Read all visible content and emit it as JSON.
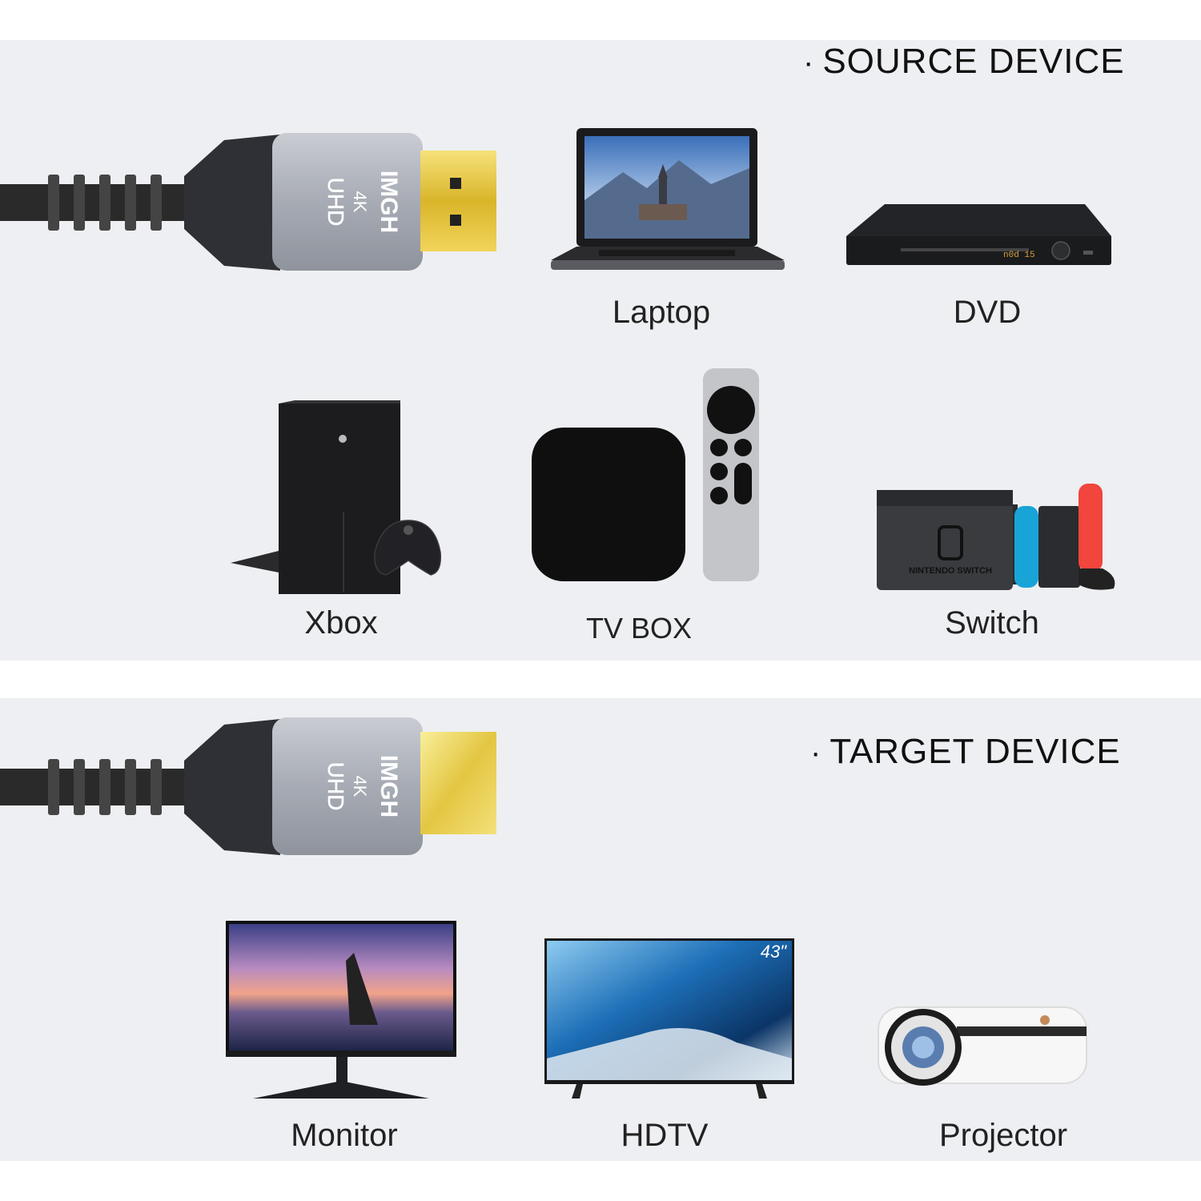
{
  "source": {
    "heading": "SOURCE DEVICE",
    "bullet": "·",
    "cable": {
      "brand": "IMGH",
      "badge": "4K",
      "tag": "UHD"
    },
    "devices": [
      {
        "label": "Laptop"
      },
      {
        "label": "DVD",
        "display": "n0d 15"
      },
      {
        "label": "Xbox"
      },
      {
        "label": "TV BOX"
      },
      {
        "label": "Switch",
        "logo_text": "NINTENDO SWITCH"
      }
    ]
  },
  "target": {
    "heading": "TARGET DEVICE",
    "bullet": "·",
    "cable": {
      "brand": "IMGH",
      "badge": "4K",
      "tag": "UHD"
    },
    "devices": [
      {
        "label": "Monitor"
      },
      {
        "label": "HDTV",
        "size_badge": "43\""
      },
      {
        "label": "Projector"
      }
    ]
  }
}
